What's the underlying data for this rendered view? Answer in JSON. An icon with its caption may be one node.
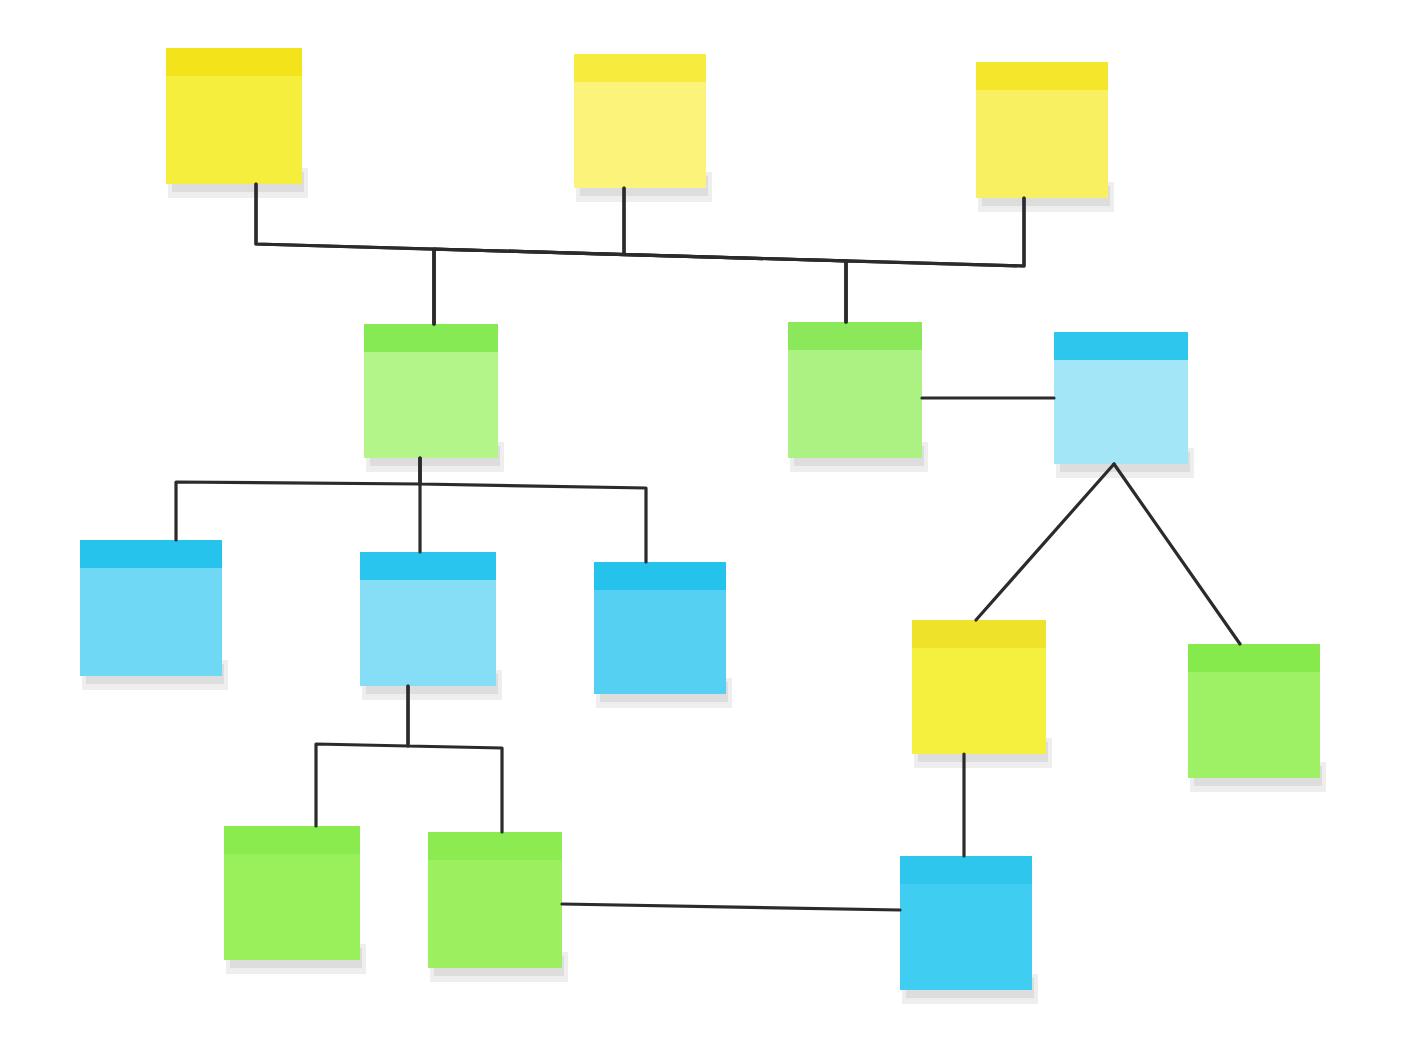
{
  "diagram": {
    "nodes": [
      {
        "text": [],
        "shape": "box"
      },
      {
        "text": [],
        "shape": "box"
      },
      {
        "text": [],
        "shape": "box"
      },
      {
        "text": [],
        "shape": "box"
      },
      {
        "text": [],
        "shape": "box"
      },
      {
        "text": [],
        "shape": "box"
      },
      {
        "text": [],
        "shape": "box"
      },
      {
        "text": [],
        "shape": "box"
      },
      {
        "text": [],
        "shape": "box"
      },
      {
        "text": [],
        "shape": "box"
      },
      {
        "text": [],
        "shape": "box"
      },
      {
        "text": [],
        "shape": "box"
      },
      {
        "text": [],
        "shape": "box"
      },
      {
        "text": [],
        "shape": "box"
      }
    ],
    "edges": [
      {
        "from": 0,
        "to": 3,
        "arrow": "none"
      },
      {
        "from": 0,
        "to": 4,
        "arrow": "none"
      },
      {
        "from": 1,
        "to": 3,
        "arrow": "none"
      },
      {
        "from": 1,
        "to": 4,
        "arrow": "none"
      },
      {
        "from": 2,
        "to": 3,
        "arrow": "none"
      },
      {
        "from": 2,
        "to": 4,
        "arrow": "none"
      },
      {
        "from": 4,
        "to": 5,
        "arrow": "none"
      },
      {
        "from": 3,
        "to": 6,
        "arrow": "none"
      },
      {
        "from": 3,
        "to": 7,
        "arrow": "none"
      },
      {
        "from": 3,
        "to": 8,
        "arrow": "none"
      },
      {
        "from": 5,
        "to": 9,
        "arrow": "none"
      },
      {
        "from": 5,
        "to": 10,
        "arrow": "none"
      },
      {
        "from": 7,
        "to": 11,
        "arrow": "none"
      },
      {
        "from": 7,
        "to": 12,
        "arrow": "none"
      },
      {
        "from": 9,
        "to": 13,
        "arrow": "none"
      },
      {
        "from": 12,
        "to": 13,
        "arrow": "none"
      }
    ]
  }
}
